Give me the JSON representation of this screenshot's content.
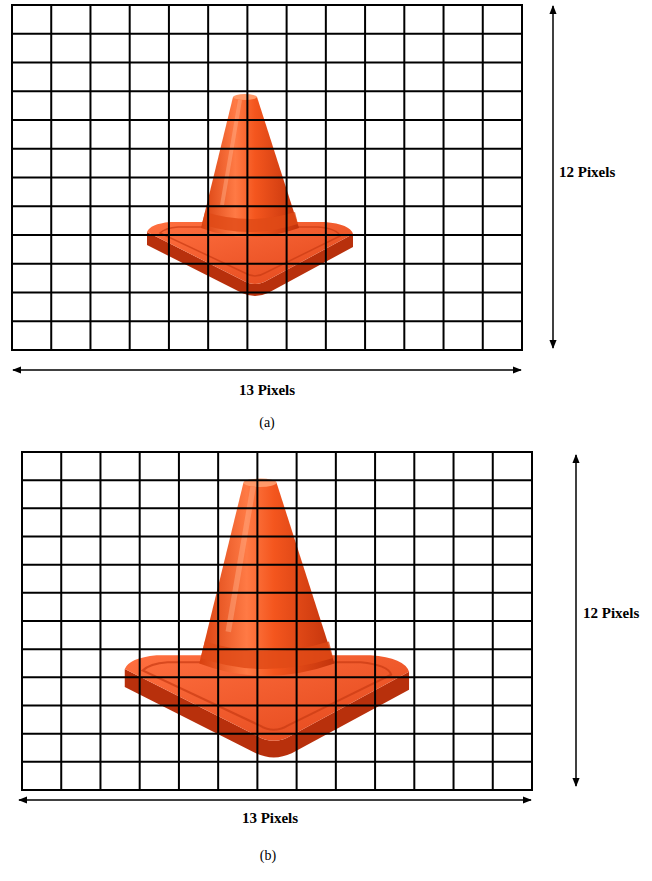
{
  "diagram": {
    "labels": [
      "12 Pixels",
      "13 Pixels",
      "(a)",
      "12 Pixels",
      "13 Pixels",
      "(b)"
    ]
  }
}
